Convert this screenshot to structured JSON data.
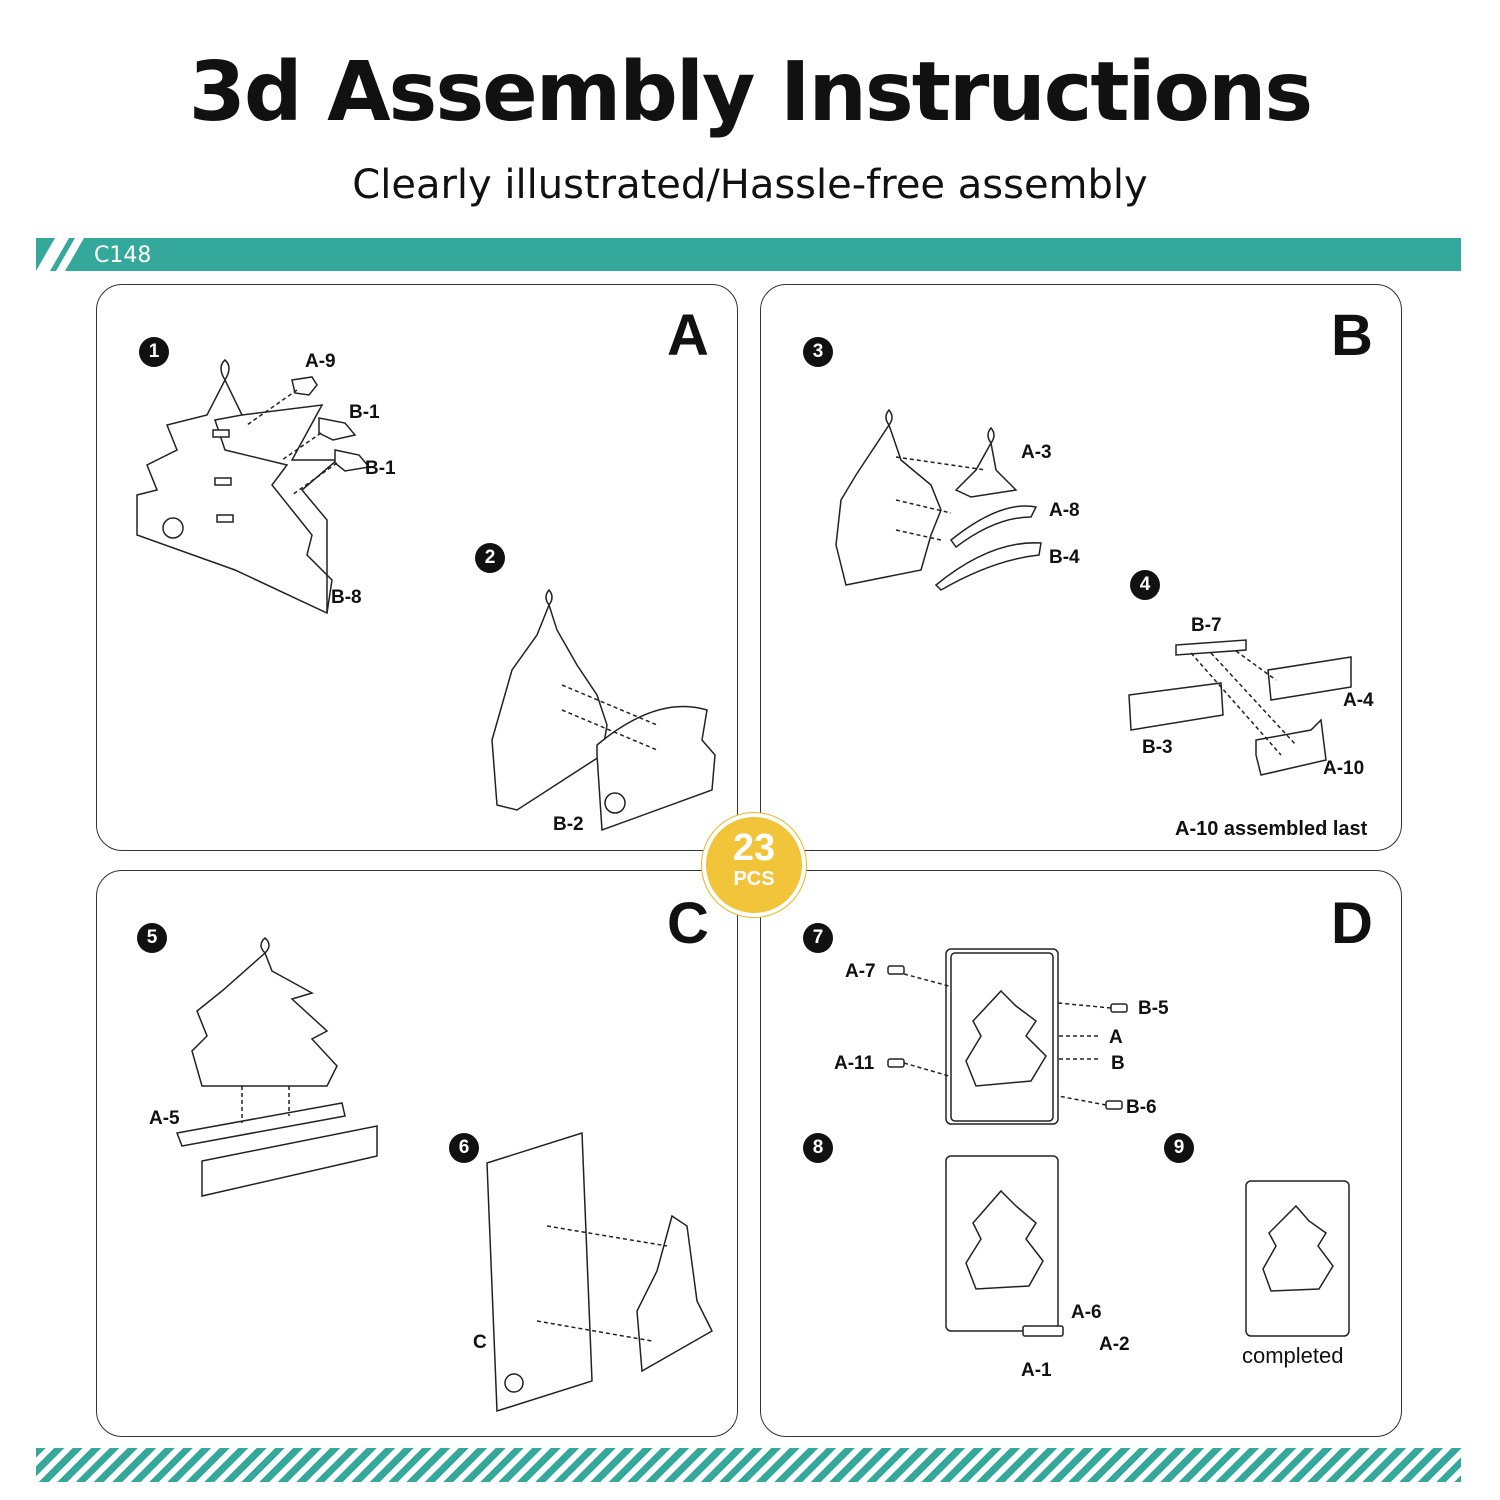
{
  "header": {
    "title": "3d Assembly Instructions",
    "subtitle": "Clearly illustrated/Hassle-free assembly"
  },
  "band": {
    "code": "C148",
    "color": "#33a89b"
  },
  "badge": {
    "count": "23",
    "unit": "PCS",
    "color": "#f2c43a"
  },
  "panels": {
    "a": {
      "letter": "A",
      "steps": [
        "1",
        "2"
      ],
      "labels": [
        "A-9",
        "B-1",
        "B-1",
        "B-8",
        "B-2"
      ]
    },
    "b": {
      "letter": "B",
      "steps": [
        "3",
        "4"
      ],
      "labels": [
        "A-3",
        "A-8",
        "B-4",
        "B-7",
        "A-4",
        "B-3",
        "A-10"
      ],
      "note": "A-10 assembled last"
    },
    "c": {
      "letter": "C",
      "steps": [
        "5",
        "6"
      ],
      "labels": [
        "A-5",
        "C"
      ]
    },
    "d": {
      "letter": "D",
      "steps": [
        "7",
        "8",
        "9"
      ],
      "labels": [
        "A-7",
        "B-5",
        "A",
        "B",
        "A-11",
        "B-6",
        "A-6",
        "A-2",
        "A-1"
      ],
      "note": "completed"
    }
  }
}
